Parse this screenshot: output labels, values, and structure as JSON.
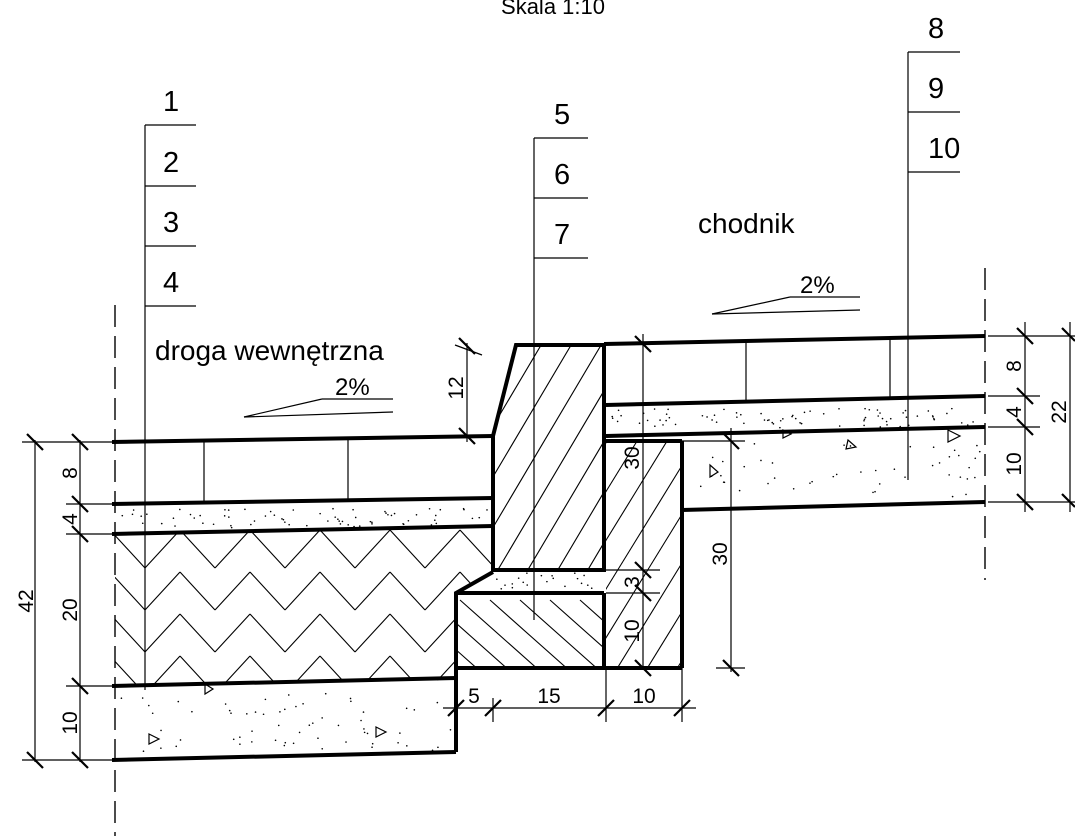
{
  "scale_caption": "Skala 1:10",
  "labels": {
    "road": "droga wewnętrzna",
    "sidewalk": "chodnik",
    "slope_road": "2%",
    "slope_sidewalk": "2%"
  },
  "layer_tags": {
    "road": [
      "1",
      "2",
      "3",
      "4"
    ],
    "curb": [
      "5",
      "6",
      "7"
    ],
    "sidewalk": [
      "8",
      "9",
      "10"
    ]
  },
  "dimensions": {
    "left_total": "42",
    "left_8": "8",
    "left_4": "4",
    "left_20": "20",
    "left_10": "10",
    "curb_12": "12",
    "curb_30": "30",
    "curb_3": "3",
    "curb_10": "10",
    "bench_30": "30",
    "bottom_5": "5",
    "bottom_15": "15",
    "bottom_10": "10",
    "right_8": "8",
    "right_4": "4",
    "right_10": "10",
    "right_total": "22"
  }
}
